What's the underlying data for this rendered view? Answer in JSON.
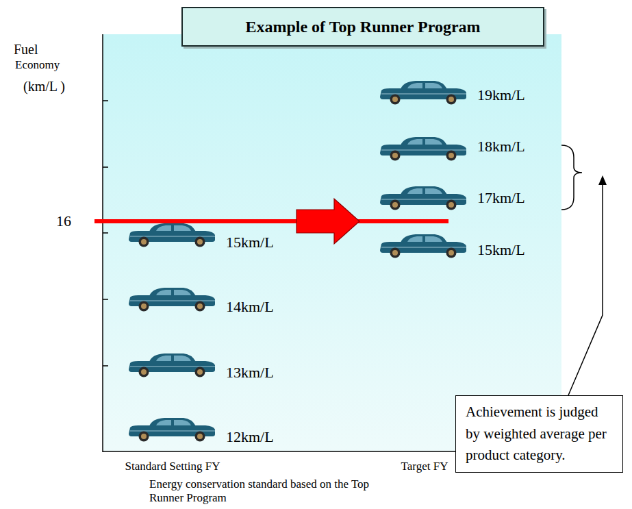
{
  "diagram": {
    "title": "Example of Top Runner Program",
    "caption": "Energy conservation standard based on the Top Runner Program",
    "nodes": [
      {
        "text": [
          "Achievement is judged by weighted average per product category."
        ]
      }
    ],
    "labels": [
      "Fuel",
      "Economy",
      "(km/L )",
      "16",
      "15km/L",
      "14km/L",
      "13km/L",
      "12km/L",
      "19km/L",
      "18km/L",
      "17km/L",
      "15km/L",
      "Standard Setting FY",
      "Target FY"
    ]
  }
}
